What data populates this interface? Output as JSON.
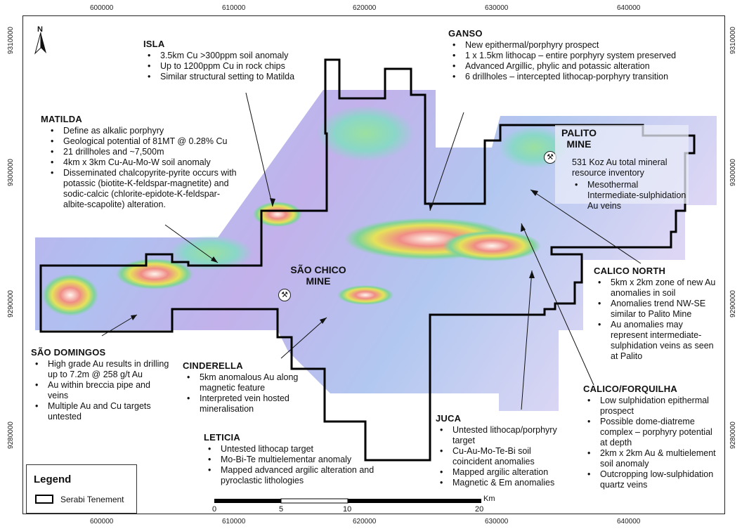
{
  "axes": {
    "x_ticks": [
      "600000",
      "610000",
      "620000",
      "630000",
      "640000"
    ],
    "y_ticks": [
      "9310000",
      "9300000",
      "9290000",
      "9280000"
    ]
  },
  "north": {
    "label": "N"
  },
  "mines": [
    {
      "name": "SÃO CHICO\nMINE",
      "icon": "pickaxe-icon"
    },
    {
      "name": "PALITO\nMINE",
      "icon": "pickaxe-icon"
    }
  ],
  "annotations": [
    {
      "title": "ISLA",
      "items": [
        "3.5km Cu >300ppm soil anomaly",
        "Up to 1200ppm Cu in rock chips",
        "Similar structural setting to Matilda"
      ]
    },
    {
      "title": "GANSO",
      "items": [
        "New epithermal/porphyry prospect",
        "1 x 1.5km lithocap – entire porphyry system preserved",
        "Advanced Argillic, phylic and potassic alteration",
        "6 drillholes – intercepted lithocap-porphyry transition"
      ]
    },
    {
      "title": "MATILDA",
      "items": [
        "Define as alkalic porphyry",
        "Geological potential of 81MT @ 0.28% Cu",
        "21 drillholes and ~7,500m",
        "4km x 3km Cu-Au-Mo-W soil anomaly",
        "Disseminated chalcopyrite-pyrite occurs with potassic (biotite-K-feldspar-magnetite) and sodic-calcic (chlorite-epidote-K-feldspar-albite-scapolite) alteration."
      ]
    },
    {
      "title": "PALITO MINE",
      "items": [
        "531 Koz Au total mineral resource inventory",
        "Mesothermal Intermediate-sulphidation Au veins"
      ]
    },
    {
      "title": "CALICO NORTH",
      "items": [
        "5km x 2km zone of new Au anomalies in soil",
        "Anomalies trend NW-SE similar to Palito Mine",
        "Au anomalies may represent intermediate-sulphidation veins as seen at Palito"
      ]
    },
    {
      "title": "SÃO DOMINGOS",
      "items": [
        "High grade Au results in drilling up to 7.2m @ 258 g/t Au",
        "Au within breccia pipe and veins",
        "Multiple Au and Cu targets untested"
      ]
    },
    {
      "title": "CINDERELLA",
      "items": [
        "5km anomalous Au along magnetic feature",
        "Interpreted vein hosted mineralisation"
      ]
    },
    {
      "title": "LETICIA",
      "items": [
        "Untested lithocap target",
        "Mo-Bi-Te multielementar anomaly",
        "Mapped advanced argilic alteration and pyroclastic lithologies"
      ]
    },
    {
      "title": "JUCA",
      "items": [
        "Untested lithocap/porphyry target",
        "Cu-Au-Mo-Te-Bi soil coincident anomalies",
        "Mapped argilic alteration",
        "Magnetic & Em anomalies"
      ]
    },
    {
      "title": "CALICO/FORQUILHA",
      "items": [
        "Low sulphidation epithermal prospect",
        "Possible dome-diatreme complex – porphyry potential at depth",
        "2km x 2km Au & multielement soil anomaly",
        "Outcropping low-sulphidation quartz veins"
      ]
    }
  ],
  "legend": {
    "title": "Legend",
    "item": "Serabi Tenement"
  },
  "scale": {
    "labels": [
      "0",
      "5",
      "10",
      "20"
    ],
    "unit": "Km"
  },
  "colors": {
    "tenement": "#000000",
    "raster_base": "#b6a8e6"
  }
}
